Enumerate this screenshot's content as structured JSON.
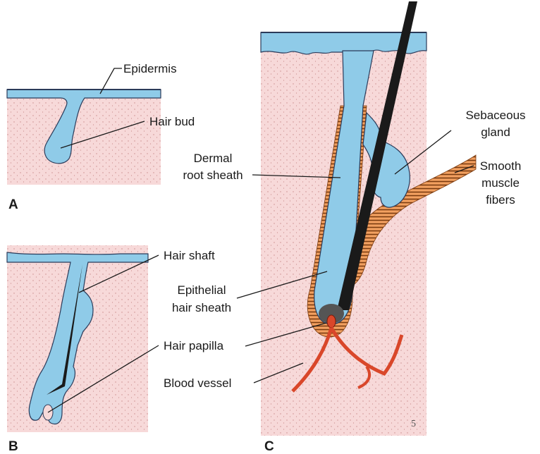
{
  "colors": {
    "dermis": "#f7d9d9",
    "epidermis": "#8fcbe8",
    "outline": "#2b3b5a",
    "hair": "#1a1a1a",
    "muscle": "#f2a060",
    "vessel": "#d9472a",
    "dots": "#c98a8a"
  },
  "panels": {
    "a": "A",
    "b": "B",
    "c": "C"
  },
  "labels": {
    "epidermis": "Epidermis",
    "hair_bud": "Hair bud",
    "hair_shaft": "Hair shaft",
    "hair_papilla": "Hair papilla",
    "dermal_root_sheath_1": "Dermal",
    "dermal_root_sheath_2": "root sheath",
    "epithelial_hair_sheath_1": "Epithelial",
    "epithelial_hair_sheath_2": "hair sheath",
    "blood_vessel": "Blood vessel",
    "sebaceous_gland_1": "Sebaceous",
    "sebaceous_gland_2": "gland",
    "smooth_muscle_1": "Smooth",
    "smooth_muscle_2": "muscle",
    "smooth_muscle_3": "fibers"
  }
}
